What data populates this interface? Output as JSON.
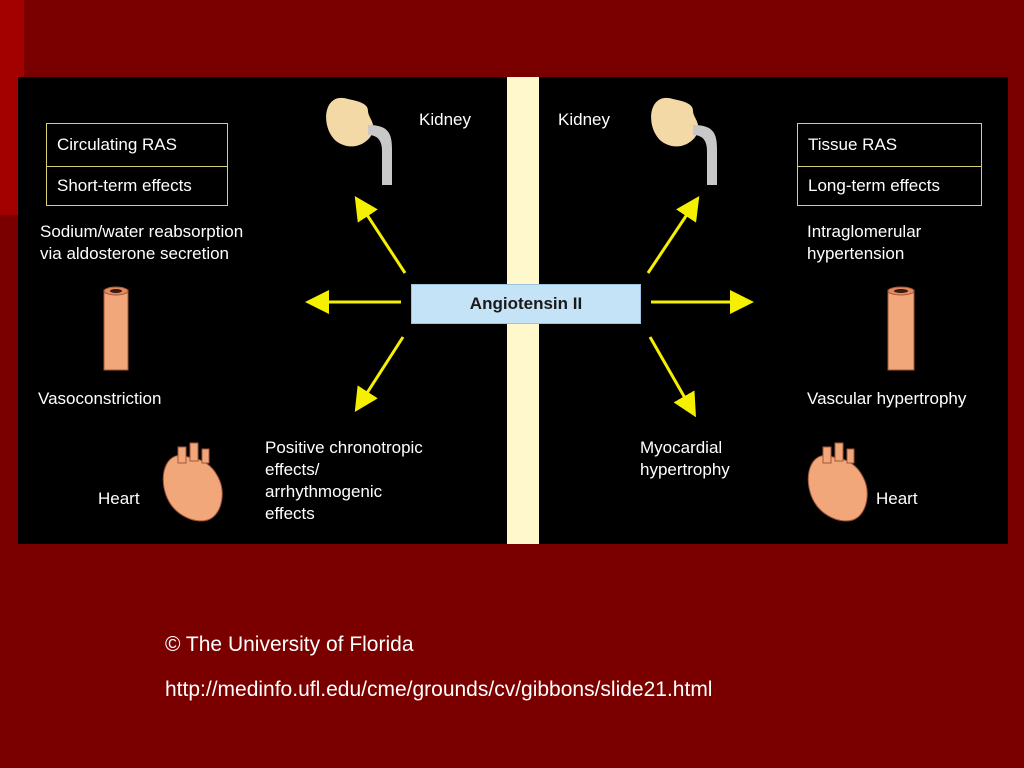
{
  "center": "Angiotensin II",
  "left": {
    "box_title": "Circulating RAS",
    "box_subtitle": "Short-term effects",
    "kidney": "Kidney",
    "sodium": "Sodium/water reabsorption\nvia aldosterone secretion",
    "vaso": "Vasoconstriction",
    "heart": "Heart",
    "chrono": "Positive chronotropic\neffects/\narrhythmogenic\neffects"
  },
  "right": {
    "box_title": "Tissue RAS",
    "box_subtitle": "Long-term effects",
    "kidney": "Kidney",
    "intra": "Intraglomerular\nhypertension",
    "vascular": "Vascular hypertrophy",
    "heart": "Heart",
    "myo": "Myocardial\nhypertrophy"
  },
  "footer": {
    "copyright": "© The University of Florida",
    "url": "http://medinfo.ufl.edu/cme/grounds/cv/gibbons/slide21.html"
  },
  "colors": {
    "background": "#7a0000",
    "panel": "#000000",
    "arrow": "#f5f000",
    "organ": "#f2a77a",
    "kidney": "#f3d9a5"
  },
  "icons": [
    "kidney-icon",
    "vessel-icon",
    "heart-icon",
    "arrow-icon"
  ]
}
